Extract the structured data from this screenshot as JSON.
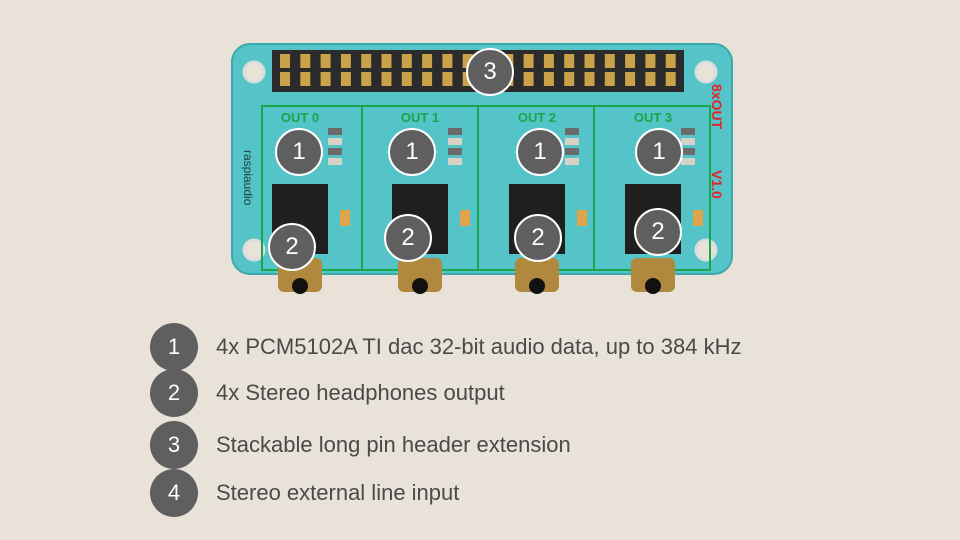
{
  "board": {
    "silkscreen_left": "raspiaudio",
    "silkscreen_right_top": "8xOUT",
    "silkscreen_right_bottom": "V1.0",
    "channels": [
      "OUT 0",
      "OUT 1",
      "OUT 2",
      "OUT 3"
    ]
  },
  "callouts": {
    "header": "3",
    "dac": [
      "1",
      "1",
      "1",
      "1"
    ],
    "jack": [
      "2",
      "2",
      "2",
      "2"
    ]
  },
  "legend": [
    {
      "num": "1",
      "text": "4x PCM5102A TI dac 32-bit audio data, up to 384 kHz"
    },
    {
      "num": "2",
      "text": "4x Stereo headphones output"
    },
    {
      "num": "3",
      "text": "Stackable long pin header extension"
    },
    {
      "num": "4",
      "text": "Stereo external line input"
    }
  ],
  "colors": {
    "background": "#e8e2d8",
    "pcb": "#55c4c8",
    "trace": "#19a64a",
    "silk_red": "#e0252e",
    "callout": "#5f5f5f"
  }
}
